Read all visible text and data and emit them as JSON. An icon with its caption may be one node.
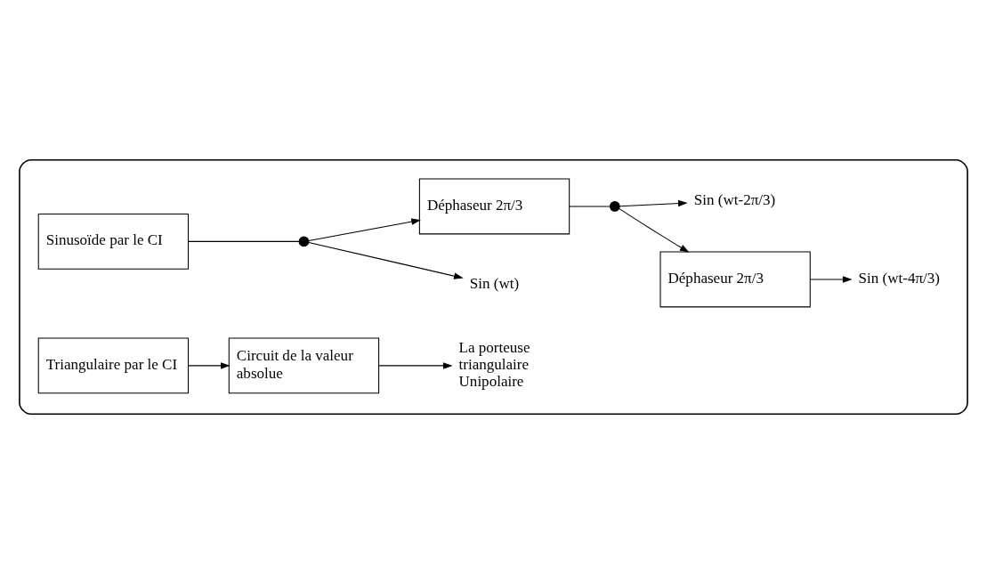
{
  "diagram": {
    "nodes": [
      {
        "text": [],
        "shape": "box"
      },
      {
        "text": [
          "Sinusoïde par le CI"
        ],
        "in": 0
      },
      {
        "text": [],
        "shape": "circle",
        "in": 0
      },
      {
        "text": [
          "Sin (wt)"
        ],
        "in": 0
      },
      {
        "text": [
          "Déphaseur 2π/3"
        ],
        "in": 0
      },
      {
        "text": [],
        "shape": "circle",
        "in": 0
      },
      {
        "text": [
          "Déphaseur 2π/3"
        ],
        "in": 0
      },
      {
        "text": [
          "Sin (wt-4π/3)"
        ],
        "in": 0
      },
      {
        "text": [
          "Sin (wt-2π/3)"
        ],
        "in": 0
      },
      {
        "text": [
          "Triangulaire par le CI"
        ],
        "in": 0
      },
      {
        "text": [
          "Circuit de la valeur absolue"
        ],
        "in": 0
      },
      {
        "text": [
          "La porteuse triangulaire Unipolaire"
        ],
        "in": 0
      }
    ],
    "edges": [
      {
        "from": 1,
        "to": 2,
        "arrow": "none"
      },
      {
        "from": 2,
        "to": 3,
        "arrow": "to"
      },
      {
        "from": 2,
        "to": 4,
        "arrow": "to"
      },
      {
        "from": 4,
        "to": 5,
        "arrow": "none"
      },
      {
        "from": 5,
        "to": 6,
        "arrow": "to"
      },
      {
        "from": 6,
        "to": 7,
        "arrow": "to"
      },
      {
        "from": 5,
        "to": 8,
        "arrow": "to"
      },
      {
        "from": 9,
        "to": 10,
        "arrow": "to"
      },
      {
        "from": 10,
        "to": 11,
        "arrow": "to"
      }
    ]
  }
}
